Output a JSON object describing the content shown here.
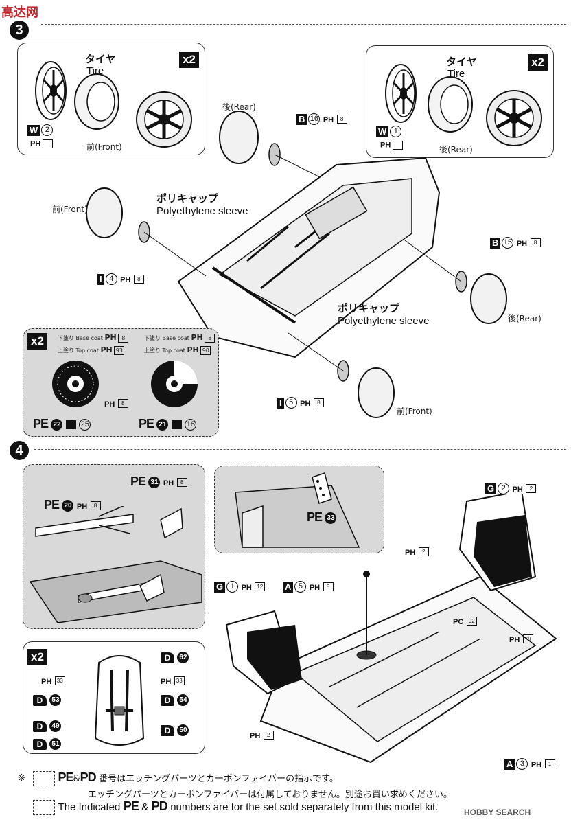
{
  "header": {
    "logo_text": "高达网",
    "watermark": "HOBBY SEARCH"
  },
  "step3": {
    "num": "3",
    "panel_left": {
      "x2": "x2",
      "jp": "タイヤ",
      "en": "Tire",
      "part_letter": "W",
      "part_num": "2",
      "ph": "PH",
      "front": "前(Front)"
    },
    "panel_right": {
      "x2": "x2",
      "jp": "タイヤ",
      "en": "Tire",
      "part_letter": "W",
      "part_num": "1",
      "ph": "PH",
      "rear": "後(Rear)"
    },
    "labels": {
      "rear_top": "後(Rear)",
      "b16": {
        "letter": "B",
        "num": "16",
        "ph": "PH",
        "color": "8"
      },
      "poly1_jp": "ポリキャップ",
      "poly1_en": "Polyethylene sleeve",
      "front_left": "前(Front)",
      "i4": {
        "letter": "I",
        "num": "4",
        "ph": "PH",
        "color": "8"
      },
      "b15": {
        "letter": "B",
        "num": "15",
        "ph": "PH",
        "color": "8"
      },
      "poly2_jp": "ポリキャップ",
      "poly2_en": "Polyethylene sleeve",
      "rear_right": "後(Rear)",
      "i5": {
        "letter": "I",
        "num": "5",
        "ph": "PH",
        "color": "8"
      },
      "front_bottom": "前(Front)"
    },
    "brake_panel": {
      "x2": "x2",
      "left_base": "下塗り Base coat",
      "left_base_ph": "PH",
      "left_base_c": "8",
      "left_top": "上塗り Top coat",
      "left_top_ph": "PH",
      "left_top_c": "93",
      "right_base": "下塗り Base coat",
      "right_base_ph": "PH",
      "right_base_c": "8",
      "right_top": "上塗り Top coat",
      "right_top_ph": "PH",
      "right_top_c": "90",
      "center_ph": "PH",
      "center_c": "8",
      "pe_left": "PE",
      "pe_left_num": "22",
      "pe_left_alt": "25",
      "pe_right": "PE",
      "pe_right_num": "21",
      "pe_right_alt": "18"
    }
  },
  "step4": {
    "num": "4",
    "panel_a": {
      "pe31": "PE",
      "pe31_num": "31",
      "pe31_ph": "PH",
      "pe31_c": "8",
      "pe20": "PE",
      "pe20_num": "20",
      "pe20_ph": "PH",
      "pe20_c": "8"
    },
    "panel_b": {
      "pe33": "PE",
      "pe33_num": "33"
    },
    "g2": {
      "letter": "G",
      "num": "2",
      "ph": "PH",
      "c": "2"
    },
    "ph_top": {
      "ph": "PH",
      "c": "2"
    },
    "g1": {
      "letter": "G",
      "num": "1",
      "ph": "PH",
      "c": "12"
    },
    "a5": {
      "letter": "A",
      "num": "5",
      "ph": "PH",
      "c": "8"
    },
    "pc92": {
      "ph": "PC",
      "c": "92"
    },
    "ph79": {
      "ph": "PH",
      "c": "79"
    },
    "ph_seat": {
      "ph": "PH",
      "c": "2"
    },
    "a3": {
      "letter": "A",
      "num": "3",
      "ph": "PH",
      "c": "1"
    },
    "harness_panel": {
      "x2": "x2",
      "d62": "62",
      "d53": "53",
      "d54": "54",
      "d49": "49",
      "d50": "50",
      "d51": "51",
      "ph_l": "PH",
      "ph_l_c": "33",
      "ph_r": "PH",
      "ph_r_c": "33",
      "d": "D"
    }
  },
  "footer": {
    "mark": "※",
    "line1": "番号はエッチングパーツとカーボンファイバーの指示です。",
    "line1b": "エッチングパーツとカーボンファイバーは付属しておりません。別途お買い求めください。",
    "line2_a": "The Indicated",
    "line2_b": "numbers are for the set sold separately from this model kit.",
    "pe": "PE",
    "pd": "PD",
    "amp": "&"
  }
}
